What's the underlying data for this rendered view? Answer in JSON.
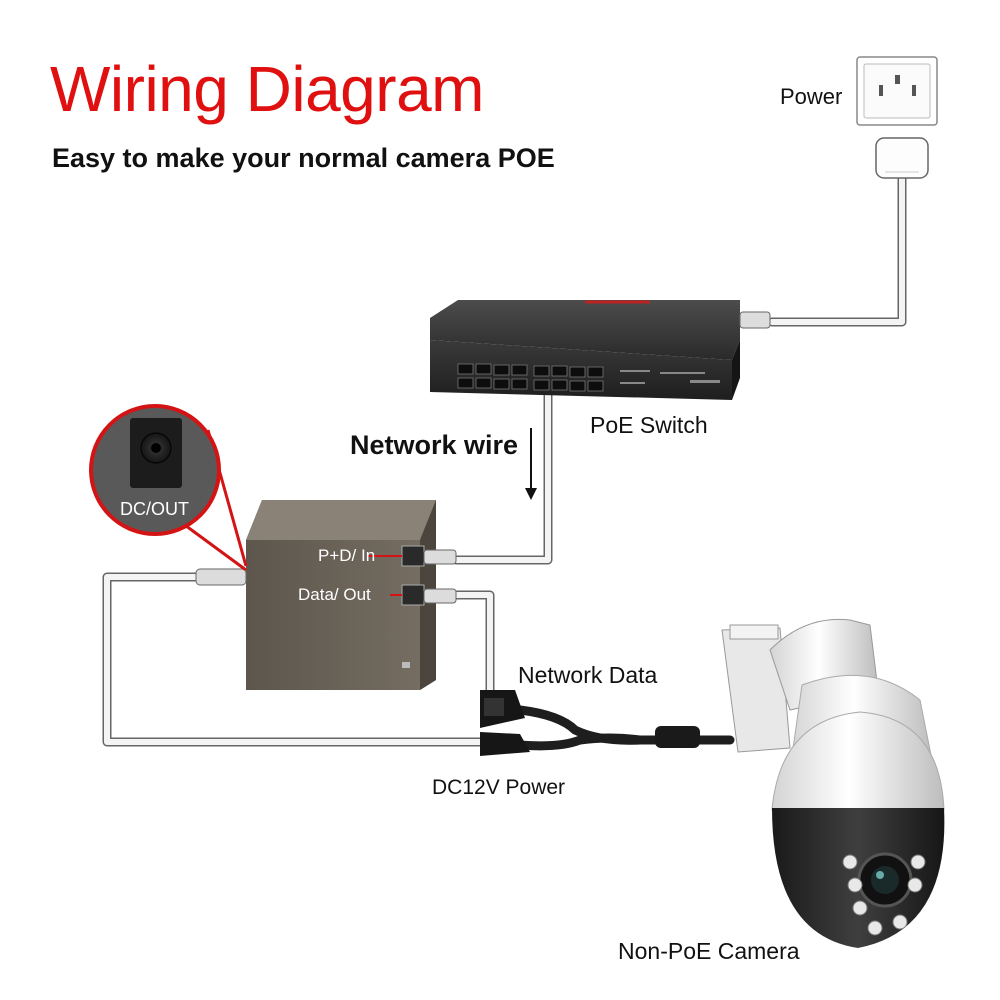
{
  "diagram": {
    "title": "Wiring Diagram",
    "subtitle": "Easy to make your normal camera POE",
    "labels": {
      "power": "Power",
      "poe_switch": "PoE Switch",
      "network_wire": "Network wire",
      "dc_out": "DC/OUT",
      "pd_in": "P+D/ In",
      "data_out": "Data/ Out",
      "network_data": "Network Data",
      "dc12v_power": "DC12V Power",
      "camera": "Non-PoE Camera"
    }
  },
  "colors": {
    "title": "#e01010",
    "pointer": "#d41414",
    "device": "#6a6257",
    "cable": "#f2f2f2",
    "cable_outline": "#555555"
  },
  "icons": [
    "power-outlet-icon",
    "poe-switch-icon",
    "poe-splitter-icon",
    "dc-jack-icon",
    "ptz-camera-icon",
    "arrow-down-icon"
  ]
}
